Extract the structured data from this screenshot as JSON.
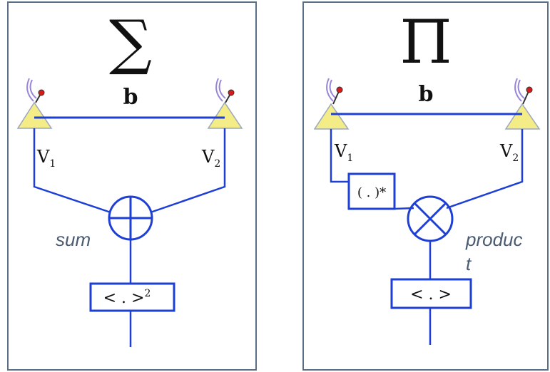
{
  "colors": {
    "wire": "#1e3fd6",
    "frame": "#5a6f86",
    "antenna_fill": "#f4ec86",
    "antenna_stroke": "#9aa8bd",
    "dish": "#9a86d8",
    "tip": "#d91a1a",
    "label": "#4a5a70",
    "text": "#111111"
  },
  "icons": [
    "antenna-icon",
    "sum-operator-icon",
    "product-operator-icon"
  ],
  "left_panel": {
    "symbol": "∑",
    "baseline_label": "b",
    "v1_main": "V",
    "v1_sub": "1",
    "v2_main": "V",
    "v2_sub": "2",
    "operator_label": "sum",
    "average_box": "< . >",
    "average_exp": "2"
  },
  "right_panel": {
    "symbol": "Π",
    "baseline_label": "b",
    "v1_main": "V",
    "v1_sub": "1",
    "v2_main": "V",
    "v2_sub": "2",
    "conjugate_box": "( . )*",
    "operator_label_line1": "produc",
    "operator_label_line2": "t",
    "average_box": "< . >"
  }
}
